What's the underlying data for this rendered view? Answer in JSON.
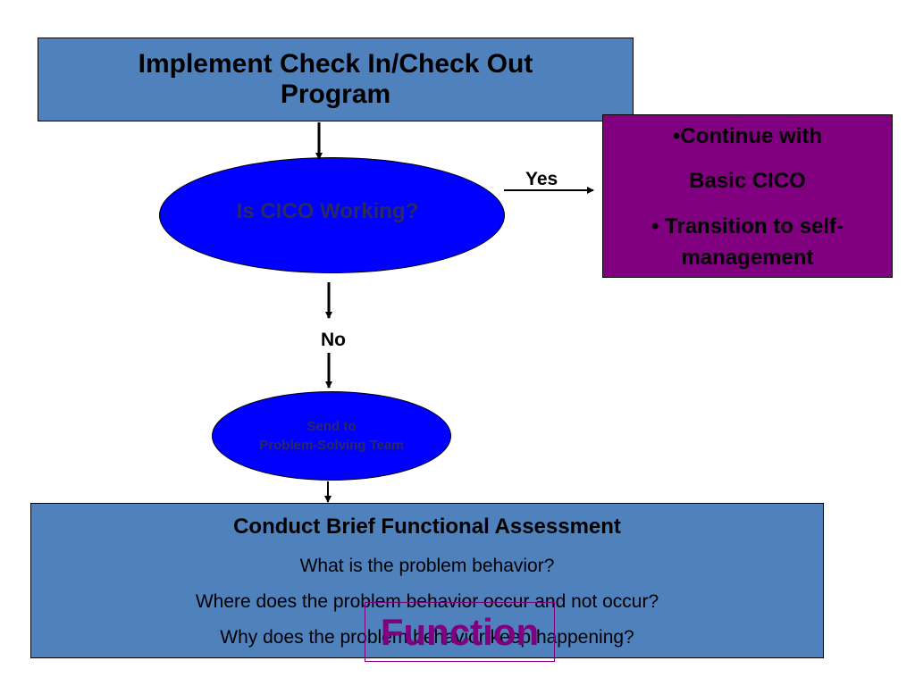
{
  "top_box": {
    "text": "Implement Check In/Check Out Program"
  },
  "decision": {
    "text": "Is CICO Working?"
  },
  "yes_label": "Yes",
  "no_label": "No",
  "outcome_box": {
    "line1": "•Continue with",
    "line2": "Basic CICO",
    "line3": "• Transition to self-",
    "line4": "management"
  },
  "referral": {
    "line1": "Send to",
    "line2": "Problem-Solving Team"
  },
  "assessment_box": {
    "title": "Conduct Brief Functional Assessment",
    "questions": [
      "What is the problem behavior?",
      "Where does the problem behavior occur and not occur?",
      "Why does the problem behavior keep happening?"
    ]
  },
  "overlay_label": "Function",
  "colors": {
    "box_blue": "#4f81bd",
    "ellipse_blue": "#0000ff",
    "purple": "#800080"
  }
}
